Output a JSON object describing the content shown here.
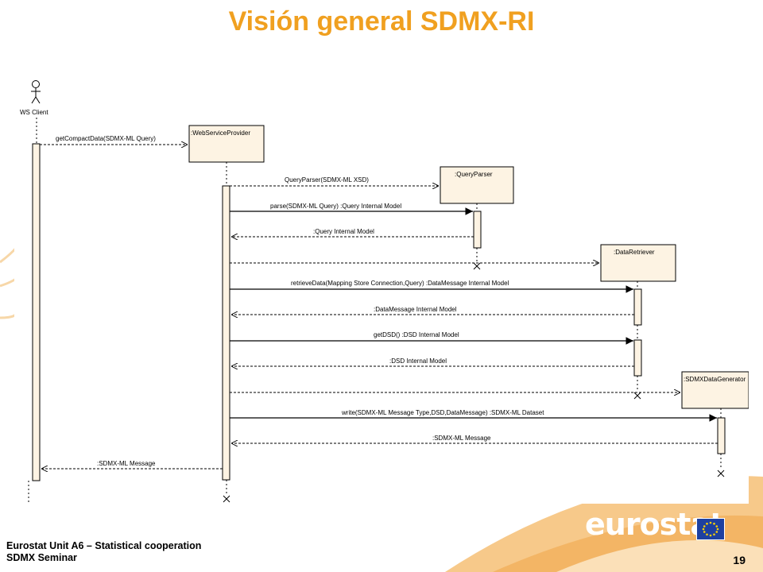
{
  "title": "Visión general SDMX-RI",
  "actors": {
    "ws_client": "WS Client",
    "web_service_provider": ":WebServiceProvider",
    "query_parser": ":QueryParser",
    "data_retriever": ":DataRetriever",
    "sdmx_data_generator": ":SDMXDataGenerator"
  },
  "messages": [
    "getCompactData(SDMX-ML Query)",
    "QueryParser(SDMX-ML XSD)",
    "parse(SDMX-ML Query) :Query Internal Model",
    ":Query Internal Model",
    "retrieveData(Mapping Store Connection,Query) :DataMessage Internal Model",
    ":DataMessage Internal Model",
    "getDSD() :DSD Internal Model",
    ":DSD Internal Model",
    "write(SDMX-ML Message Type,DSD,DataMessage) :SDMX-ML Dataset",
    ":SDMX-ML Message",
    ":SDMX-ML Message"
  ],
  "footer": {
    "line1": "Eurostat Unit A6 – Statistical cooperation",
    "line2": "SDMX Seminar",
    "page_number": "19"
  },
  "logo": {
    "text": "eurostat"
  },
  "colors": {
    "title": "#f0a020",
    "box_fill": "#fdf3e3",
    "logo_swoosh": "#f2b45c"
  }
}
